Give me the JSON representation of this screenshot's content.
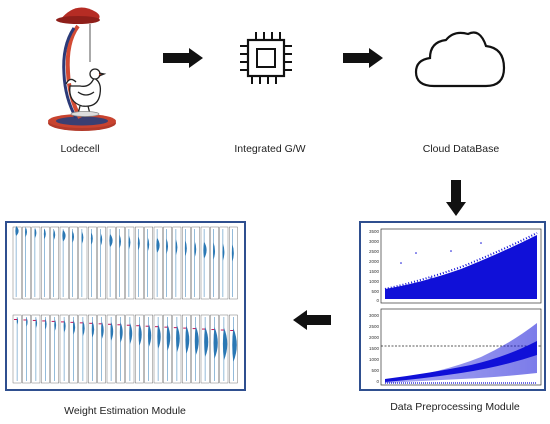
{
  "stages": {
    "lodecell": "Lodecell",
    "gateway": "Integrated G/W",
    "cloud": "Cloud DataBase",
    "preprocessing": "Data Preprocessing Module",
    "estimation": "Weight Estimation Module"
  },
  "plots": {
    "top_yticks": [
      "3500",
      "3000",
      "2500",
      "2000",
      "1500",
      "1000",
      "500",
      "0"
    ],
    "bottom_yticks": [
      "3000",
      "2500",
      "2000",
      "1500",
      "1000",
      "500",
      "0"
    ]
  },
  "colors": {
    "arrow": "#111111",
    "panel_border": "#2f4f8f",
    "scatter": "#1010d8",
    "violin": "#2b78b4"
  },
  "icons": [
    "load-cell-scale-icon",
    "chip-icon",
    "cloud-icon"
  ]
}
